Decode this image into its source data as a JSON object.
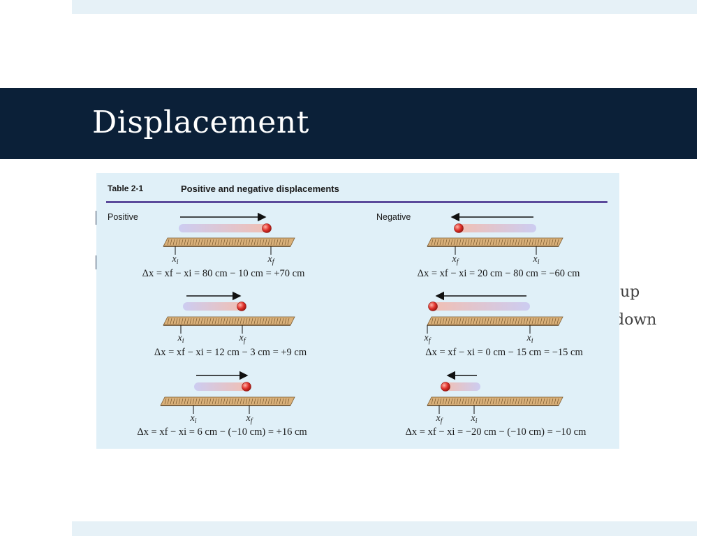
{
  "slide": {
    "title": "Displacement",
    "fragments": [
      "up",
      "down"
    ]
  },
  "figure": {
    "table_number": "Table 2-1",
    "table_title": "Positive and negative displacements",
    "col_positive": "Positive",
    "col_negative": "Negative",
    "xi_label": "xi",
    "xf_label": "xf",
    "examples": [
      {
        "equation": "Δx = xf − xi = 80 cm − 10 cm = +70 cm"
      },
      {
        "equation": "Δx = xf − xi = 20 cm − 80 cm = −60 cm"
      },
      {
        "equation": "Δx = xf − xi = 12 cm − 3 cm = +9 cm"
      },
      {
        "equation": "Δx = xf − xi = 0 cm − 15 cm = −15 cm"
      },
      {
        "equation": "Δx = xf − xi = 6 cm − (−10 cm) = +16 cm"
      },
      {
        "equation": "Δx = xf − xi = −20 cm − (−10 cm) = −10 cm"
      }
    ]
  },
  "colors": {
    "title_bar": "#0b2038",
    "band": "#e6f1f7",
    "figure_bg": "#e0f0f8",
    "rule": "#5b4a9b",
    "ball": "#e0312b",
    "ruler": "#d9b07a"
  }
}
